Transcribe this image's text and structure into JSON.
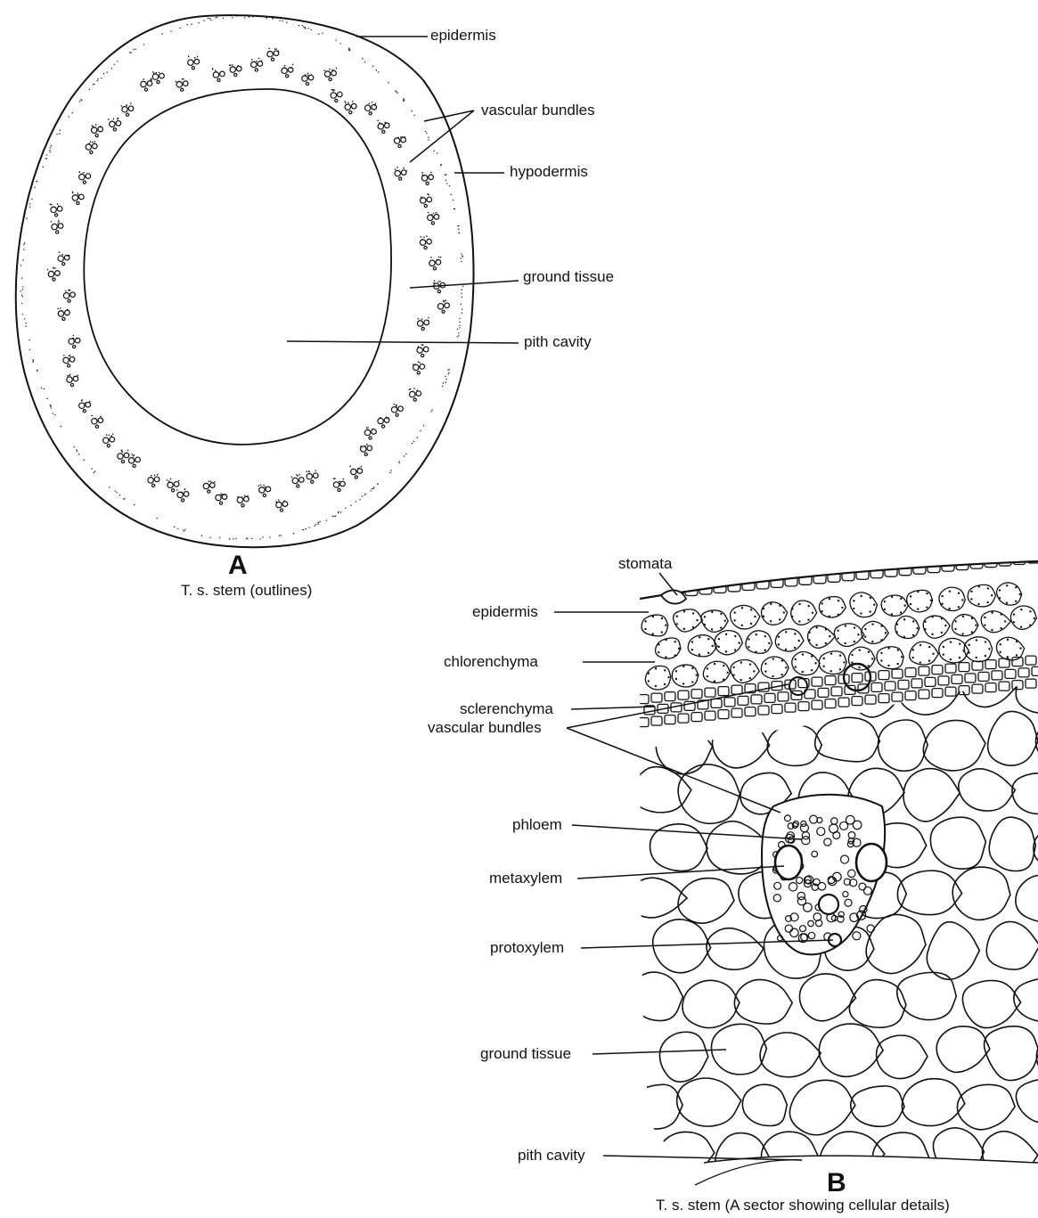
{
  "figure_a": {
    "letter": "A",
    "caption": "T. s. stem (outlines)",
    "labels": {
      "epidermis": "epidermis",
      "vascular_bundles": "vascular bundles",
      "hypodermis": "hypodermis",
      "ground_tissue": "ground tissue",
      "pith_cavity": "pith cavity"
    }
  },
  "figure_b": {
    "letter": "B",
    "caption": "T. s. stem (A sector showing cellular details)",
    "labels": {
      "stomata": "stomata",
      "epidermis": "epidermis",
      "chlorenchyma": "chlorenchyma",
      "sclerenchyma": "sclerenchyma",
      "vascular_bundles": "vascular bundles",
      "phloem": "phloem",
      "metaxylem": "metaxylem",
      "protoxylem": "protoxylem",
      "ground_tissue": "ground tissue",
      "pith_cavity": "pith cavity"
    }
  },
  "style": {
    "ink": "#111111",
    "paper": "#ffffff"
  }
}
